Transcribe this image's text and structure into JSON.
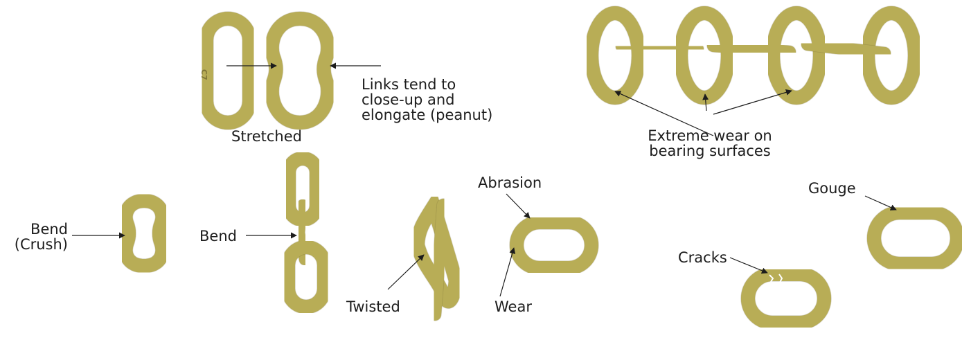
{
  "labels": {
    "stretched": "Stretched",
    "peanut": "Links tend to\nclose-up and\nelongate (peanut)",
    "extreme_wear": "Extreme wear on\nbearing surfaces",
    "bend_crush": "Bend\n(Crush)",
    "bend": "Bend",
    "twisted": "Twisted",
    "abrasion": "Abrasion",
    "wear": "Wear",
    "cracks": "Cracks",
    "gouge": "Gouge"
  },
  "link_stamp": "C7",
  "colors": {
    "link_fill": "#b8ad57",
    "link_highlight": "#ddd38a",
    "link_shadow": "#807636",
    "arrow": "#1c1c1c"
  }
}
